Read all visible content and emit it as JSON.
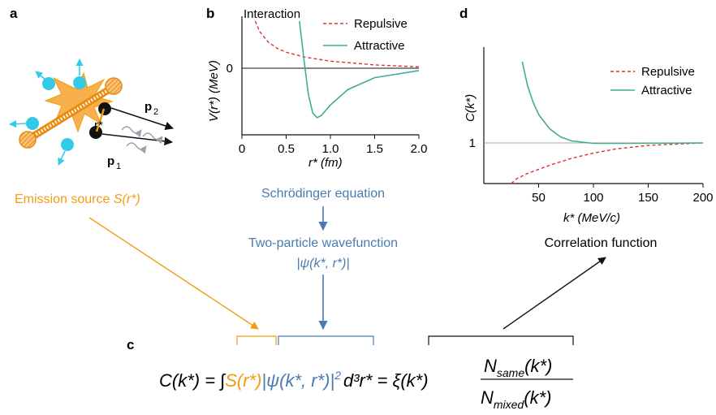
{
  "panels": {
    "a": "a",
    "b": "b",
    "c": "c",
    "d": "d"
  },
  "colors": {
    "repulsive": "#e03030",
    "attractive": "#3fae8f",
    "source": "#f39c12",
    "wavefunction": "#4a7bb0",
    "particle": "#33c9e8"
  },
  "panel_a": {
    "momentum_2": "p",
    "momentum_2_sub": "2",
    "momentum_1": "p",
    "momentum_1_sub": "1",
    "r_label": "r*",
    "emission_label": "Emission source ",
    "emission_symbol": "S(r*)"
  },
  "flow": {
    "schrodinger": "Schrödinger equation",
    "wavefunction_title": "Two-particle wavefunction",
    "wavefunction_symbol": "|ψ(k*, r*)|",
    "correlation_title": "Correlation function"
  },
  "equation": {
    "lhs": "C(k*) = ∫",
    "source": "S(r*)",
    "psi": "|ψ(k*, r*)|",
    "power": "2",
    "tail": "d³r* = ξ(k*)",
    "numerator": "N",
    "numerator_sub": "same",
    "numerator_arg": "(k*)",
    "denominator": "N",
    "denominator_sub": "mixed",
    "denominator_arg": "(k*)"
  },
  "chart_data": [
    {
      "type": "line",
      "panel": "b",
      "title": "Interaction",
      "xlabel": "r* (fm)",
      "ylabel": "V(r*) (MeV)",
      "xlim": [
        0,
        2.0
      ],
      "xticks": [
        "0",
        "0.5",
        "1.0",
        "1.5",
        "2.0"
      ],
      "yticks": [
        "0"
      ],
      "legend": [
        "Repulsive",
        "Attractive"
      ],
      "legend_position": "top-right",
      "series": [
        {
          "name": "Repulsive",
          "style": "dashed",
          "x": [
            0.15,
            0.2,
            0.3,
            0.4,
            0.5,
            0.7,
            1.0,
            1.5,
            2.0
          ],
          "y": [
            1.0,
            0.78,
            0.55,
            0.42,
            0.34,
            0.24,
            0.15,
            0.07,
            0.03
          ]
        },
        {
          "name": "Attractive",
          "style": "solid",
          "x": [
            0.65,
            0.7,
            0.75,
            0.8,
            0.85,
            0.9,
            1.0,
            1.2,
            1.5,
            2.0
          ],
          "y": [
            1.0,
            0.2,
            -0.55,
            -0.95,
            -1.05,
            -1.0,
            -0.78,
            -0.45,
            -0.2,
            -0.05
          ]
        }
      ]
    },
    {
      "type": "line",
      "panel": "d",
      "xlabel": "k* (MeV/c)",
      "ylabel": "C(k*)",
      "xlim": [
        0,
        200
      ],
      "xticks": [
        "50",
        "100",
        "150",
        "200"
      ],
      "yticks": [
        "1"
      ],
      "legend": [
        "Repulsive",
        "Attractive"
      ],
      "legend_position": "top-right",
      "series": [
        {
          "name": "Repulsive",
          "style": "dashed",
          "x": [
            25,
            30,
            40,
            60,
            80,
            100,
            120,
            150,
            200
          ],
          "y": [
            0.0,
            0.12,
            0.25,
            0.45,
            0.62,
            0.75,
            0.85,
            0.94,
            1.0
          ]
        },
        {
          "name": "Attractive",
          "style": "solid",
          "x": [
            35,
            40,
            45,
            50,
            60,
            70,
            80,
            100,
            130,
            200
          ],
          "y": [
            3.0,
            2.4,
            2.0,
            1.7,
            1.35,
            1.15,
            1.05,
            0.99,
            0.99,
            1.0
          ]
        }
      ]
    }
  ]
}
